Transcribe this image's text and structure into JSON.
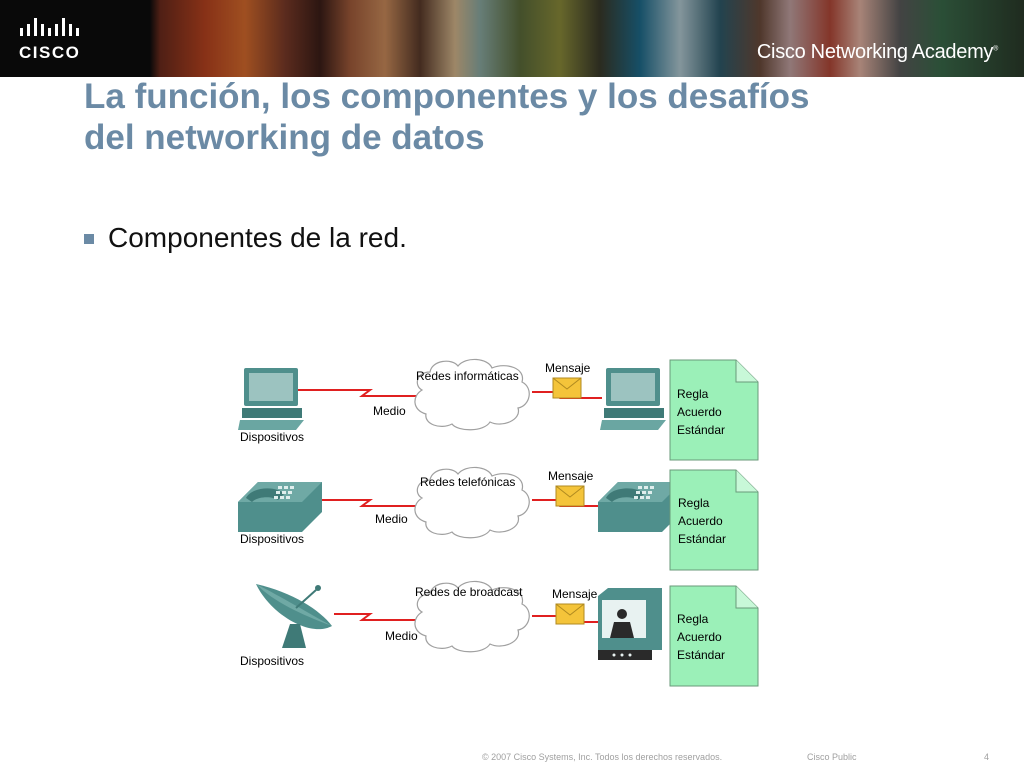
{
  "header": {
    "logo_text": "CISCO",
    "academy_title": "Cisco Networking Academy"
  },
  "slide": {
    "title_line1": "La función, los componentes y los desafíos",
    "title_line2": "del networking de datos",
    "bullet": "Componentes de la red."
  },
  "diagram": {
    "rows": [
      {
        "device_label": "Dispositivos",
        "medium_label": "Medio",
        "network_label": "Redes informáticas",
        "message_label": "Mensaje",
        "rules": [
          "Regla",
          "Acuerdo",
          "Estándar"
        ],
        "device_icon": "computer-icon",
        "dest_icon": "computer-icon"
      },
      {
        "device_label": "Dispositivos",
        "medium_label": "Medio",
        "network_label": "Redes telefónicas",
        "message_label": "Mensaje",
        "rules": [
          "Regla",
          "Acuerdo",
          "Estándar"
        ],
        "device_icon": "telephone-icon",
        "dest_icon": "telephone-icon"
      },
      {
        "device_label": "Dispositivos",
        "medium_label": "Medio",
        "network_label": "Redes de broadcast",
        "message_label": "Mensaje",
        "rules": [
          "Regla",
          "Acuerdo",
          "Estándar"
        ],
        "device_icon": "satellite-dish-icon",
        "dest_icon": "television-icon"
      }
    ],
    "colors": {
      "device": "#4f8f8c",
      "link": "#e02020",
      "envelope": "#f4c43a",
      "document": "#9bf0b8"
    }
  },
  "footer": {
    "copyright": "© 2007 Cisco Systems, Inc. Todos los derechos reservados.",
    "classification": "Cisco Public",
    "page_number": "4"
  }
}
